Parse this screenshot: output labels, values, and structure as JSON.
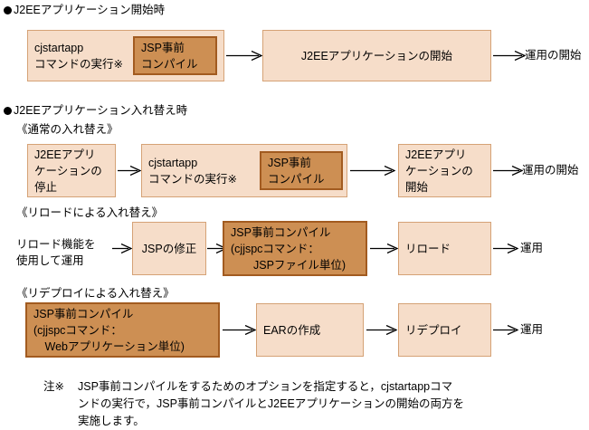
{
  "diagram": {
    "title_note": "",
    "colors": {
      "box_light_fill": "#f6ddc9",
      "box_light_border": "#d5a276",
      "box_dark_fill": "#cd8f53",
      "box_dark_border": "#a25b20",
      "text": "#000000",
      "background": "#ffffff"
    },
    "sections": [
      {
        "id": "start",
        "heading": "J2EEアプリケーション開始時",
        "subheading": "",
        "nodes": [
          {
            "id": "s1-outer",
            "label": "cjstartapp\nコマンドの実行※",
            "style": "light"
          },
          {
            "id": "s1-inner",
            "label": "JSP事前\nコンパイル",
            "style": "dark"
          },
          {
            "id": "s1-b2",
            "label": "J2EEアプリケーションの開始",
            "style": "light"
          },
          {
            "id": "s1-t1",
            "label": "運用の開始",
            "style": "plain"
          }
        ]
      },
      {
        "id": "swap",
        "heading": "J2EEアプリケーション入れ替え時",
        "subheading": "《通常の入れ替え》",
        "nodes": [
          {
            "id": "s2-b1",
            "label": "J2EEアプリ\nケーションの\n停止",
            "style": "light"
          },
          {
            "id": "s2-outer",
            "label": "cjstartapp\nコマンドの実行※",
            "style": "light"
          },
          {
            "id": "s2-inner",
            "label": "JSP事前\nコンパイル",
            "style": "dark"
          },
          {
            "id": "s2-b3",
            "label": "J2EEアプリ\nケーションの\n開始",
            "style": "light"
          },
          {
            "id": "s2-t1",
            "label": "運用の開始",
            "style": "plain"
          }
        ]
      },
      {
        "id": "reload",
        "heading": "",
        "subheading": "《リロードによる入れ替え》",
        "nodes": [
          {
            "id": "s3-t0",
            "label": "リロード機能を\n使用して運用",
            "style": "plain"
          },
          {
            "id": "s3-b1",
            "label": "JSPの修正",
            "style": "light"
          },
          {
            "id": "s3-b2",
            "label": "JSP事前コンパイル\n(cjjspcコマンド：\n　　JSPファイル単位)",
            "style": "dark"
          },
          {
            "id": "s3-b3",
            "label": "リロード",
            "style": "light"
          },
          {
            "id": "s3-t1",
            "label": "運用",
            "style": "plain"
          }
        ]
      },
      {
        "id": "redeploy",
        "heading": "",
        "subheading": "《リデプロイによる入れ替え》",
        "nodes": [
          {
            "id": "s4-b1",
            "label": "JSP事前コンパイル\n(cjjspcコマンド：\n　Webアプリケーション単位)",
            "style": "dark"
          },
          {
            "id": "s4-b2",
            "label": "EARの作成",
            "style": "light"
          },
          {
            "id": "s4-b3",
            "label": "リデプロイ",
            "style": "light"
          },
          {
            "id": "s4-t1",
            "label": "運用",
            "style": "plain"
          }
        ]
      }
    ],
    "footnote": {
      "marker": "注※",
      "text": "JSP事前コンパイルをするためのオプションを指定すると，cjstartappコマ\nンドの実行で，JSP事前コンパイルとJ2EEアプリケーションの開始の両方を\n実施します。"
    }
  }
}
